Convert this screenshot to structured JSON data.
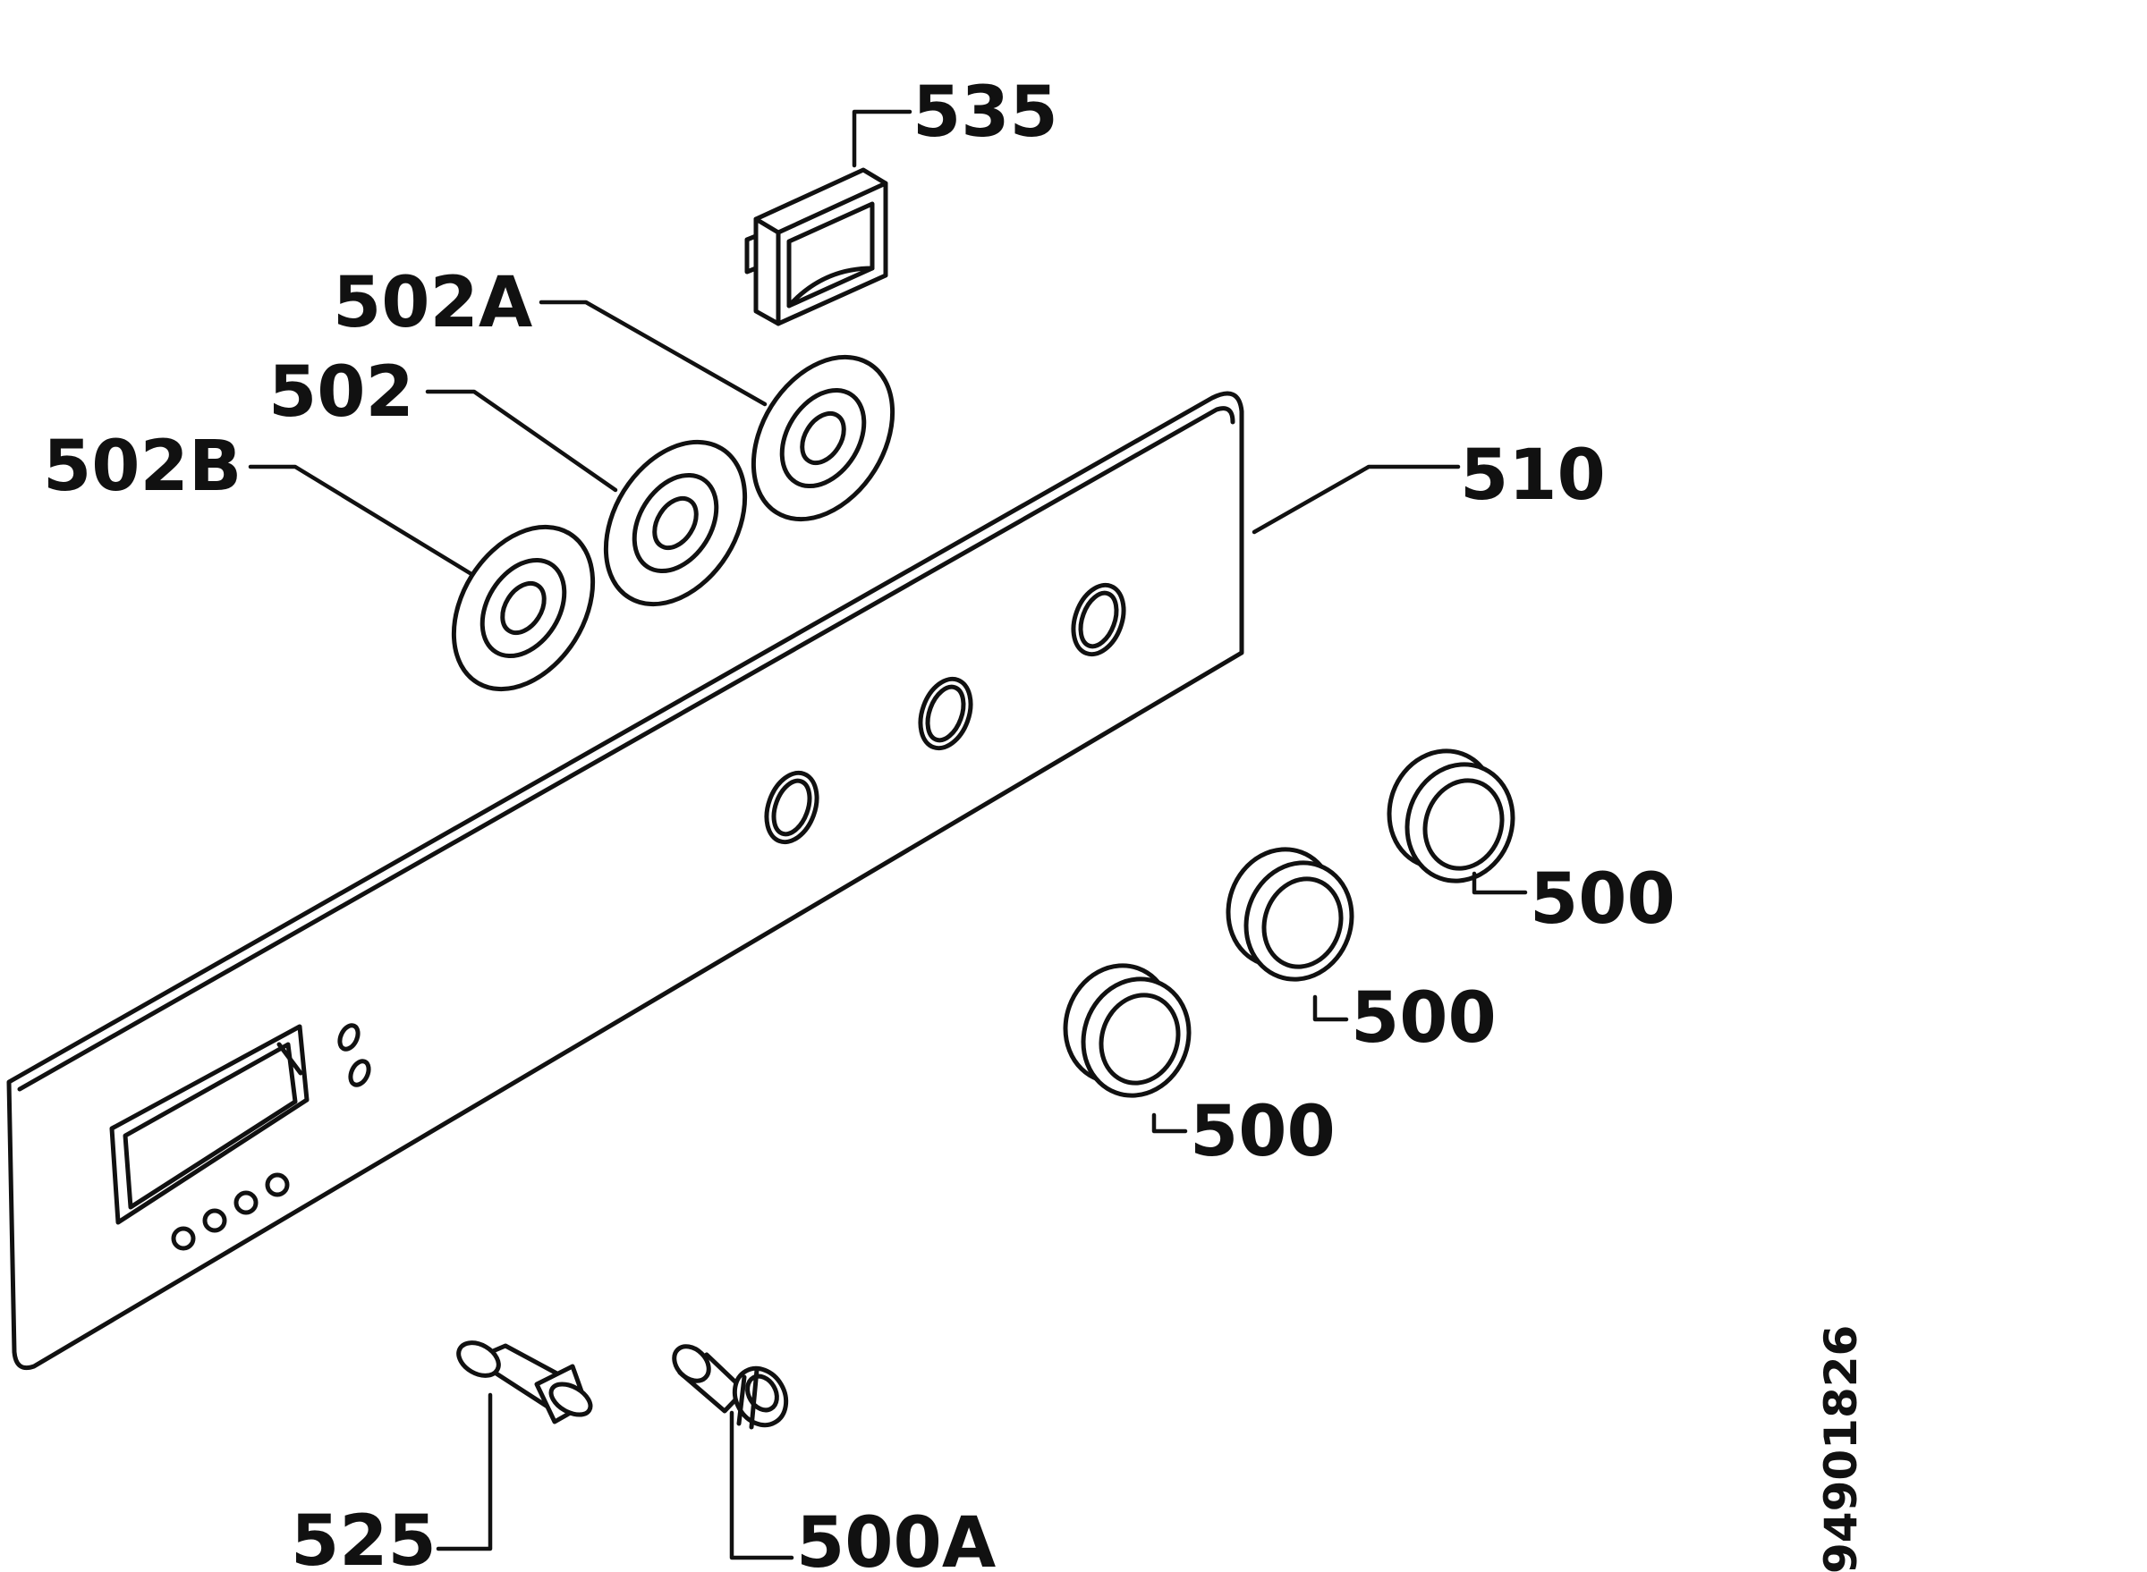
{
  "callouts": {
    "p535": "535",
    "p502a": "502A",
    "p502": "502",
    "p502b": "502B",
    "p510": "510",
    "p500_right": "500",
    "p500_middle": "500",
    "p500_left": "500",
    "p525": "525",
    "p500a": "500A"
  },
  "document_number": "94901826"
}
